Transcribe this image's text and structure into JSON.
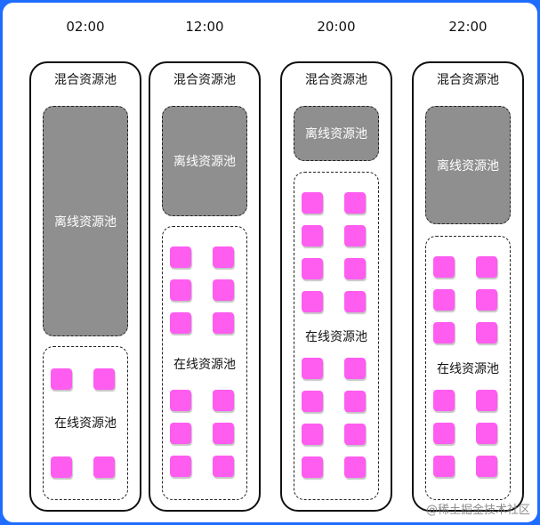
{
  "columns": [
    {
      "time": "02:00",
      "pool": "混合资源池",
      "offline": "离线资源池",
      "online": "在线资源池"
    },
    {
      "time": "12:00",
      "pool": "混合资源池",
      "offline": "离线资源池",
      "online": "在线资源池"
    },
    {
      "time": "20:00",
      "pool": "混合资源池",
      "offline": "离线资源池",
      "online": "在线资源池"
    },
    {
      "time": "22:00",
      "pool": "混合资源池",
      "offline": "离线资源池",
      "online": "在线资源池"
    }
  ],
  "watermark": "@稀土掘金技术社区",
  "colors": {
    "frame": "#1f6dff",
    "offline": "#8f8f8f",
    "block": "#ff5cf0"
  }
}
